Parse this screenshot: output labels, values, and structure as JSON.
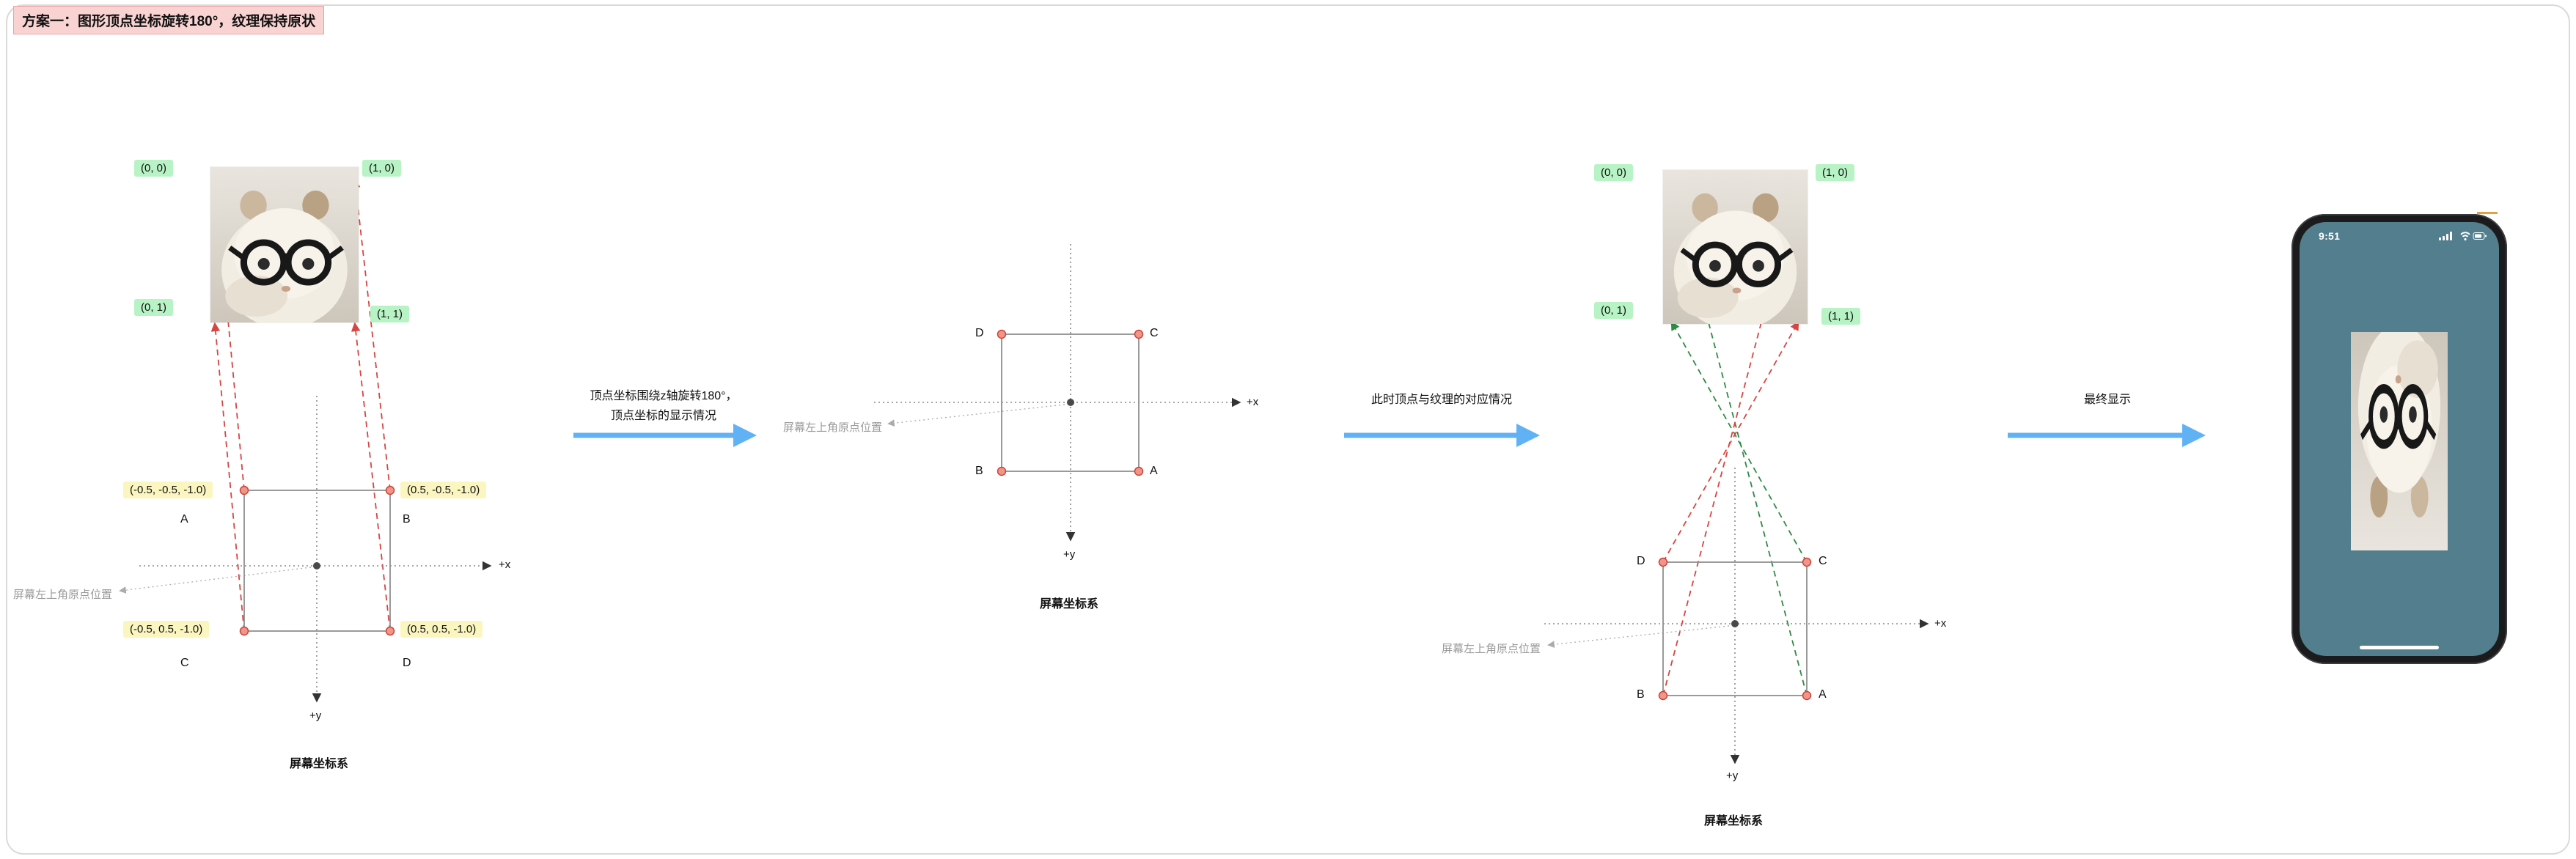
{
  "header": {
    "title": "方案一：图形顶点坐标旋转180°，纹理保持原状"
  },
  "d1": {
    "tex": {
      "tl": "(0, 0)",
      "tr": "(1, 0)",
      "bl": "(0, 1)",
      "br": "(1, 1)"
    },
    "verts": {
      "a": {
        "label": "A",
        "coord": "(-0.5, -0.5, -1.0)"
      },
      "b": {
        "label": "B",
        "coord": "(0.5, -0.5, -1.0)"
      },
      "c": {
        "label": "C",
        "coord": "(-0.5, 0.5, -1.0)"
      },
      "d": {
        "label": "D",
        "coord": "(0.5, 0.5, -1.0)"
      }
    },
    "xaxis": "+x",
    "yaxis": "+y",
    "origin": "屏幕左上角原点位置",
    "caption": "屏幕坐标系"
  },
  "step1": {
    "line1": "顶点坐标围绕z轴旋转180°，",
    "line2": "顶点坐标的显示情况"
  },
  "d2": {
    "verts": {
      "d": "D",
      "c": "C",
      "b": "B",
      "a": "A"
    },
    "xaxis": "+x",
    "yaxis": "+y",
    "origin": "屏幕左上角原点位置",
    "caption": "屏幕坐标系"
  },
  "step2": {
    "label": "此时顶点与纹理的对应情况"
  },
  "d3": {
    "tex": {
      "tl": "(0, 0)",
      "tr": "(1, 0)",
      "bl": "(0, 1)",
      "br": "(1, 1)"
    },
    "verts": {
      "d": "D",
      "c": "C",
      "b": "B",
      "a": "A"
    },
    "xaxis": "+x",
    "yaxis": "+y",
    "origin": "屏幕左上角原点位置",
    "caption": "屏幕坐标系"
  },
  "step3": {
    "label": "最终显示"
  },
  "phone": {
    "time": "9:51"
  }
}
